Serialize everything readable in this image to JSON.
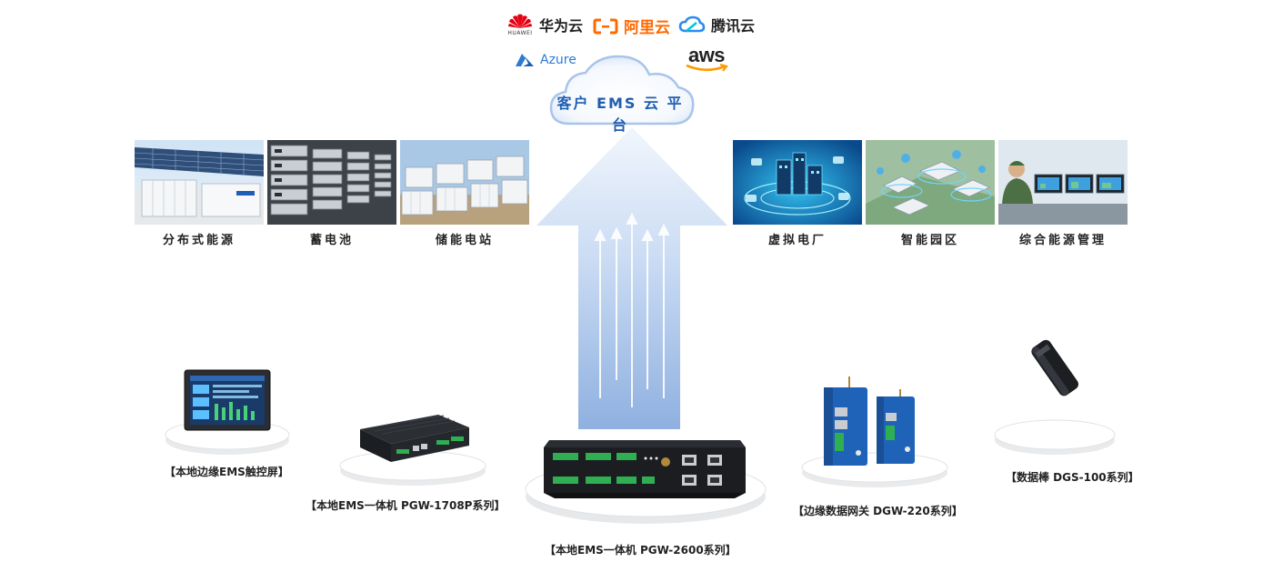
{
  "cloud": {
    "label": "客户 EMS 云 平 台",
    "vendors": {
      "huawei": {
        "name": "华为云",
        "sub": "HUAWEI"
      },
      "aliyun": {
        "name": "阿里云",
        "mark": "(-)"
      },
      "tencent": {
        "name": "腾讯云"
      },
      "azure": {
        "name": "Azure"
      },
      "aws": {
        "name": "aws"
      }
    }
  },
  "scenes": [
    {
      "label": "分布式能源"
    },
    {
      "label": "蓄电池"
    },
    {
      "label": "储能电站"
    },
    {
      "label": "虚拟电厂"
    },
    {
      "label": "智能园区"
    },
    {
      "label": "综合能源管理"
    }
  ],
  "devices": [
    {
      "label": "【本地边缘EMS触控屏】"
    },
    {
      "label": "【本地EMS一体机 PGW-1708P系列】"
    },
    {
      "label": "【本地EMS一体机 PGW-2600系列】"
    },
    {
      "label": "【边缘数据网关 DGW-220系列】"
    },
    {
      "label": "【数据棒 DGS-100系列】"
    }
  ],
  "colors": {
    "huawei_red": "#e60012",
    "aliyun_orange": "#ff6a00",
    "tencent_blue": "#2d8cf0",
    "azure_blue": "#2b7bd6",
    "aws_orange": "#ff9900",
    "cloud_text": "#1f5fb0",
    "arrow_light": "#eaf1fb",
    "arrow_dark": "#8fb0e0"
  }
}
